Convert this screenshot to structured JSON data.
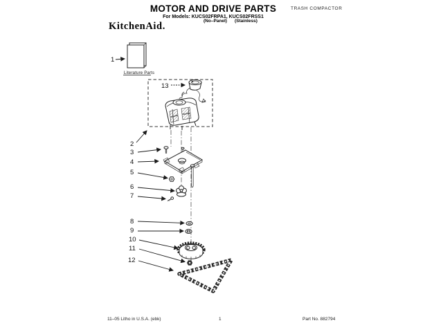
{
  "header": {
    "title": "MOTOR AND DRIVE PARTS",
    "models_line": "For Models: KUCS02FRPA1, KUCS02FRSS1",
    "panel_left": "(No–Panel)",
    "panel_right": "(Stainless)",
    "category": "TRASH COMPACTOR",
    "brand": "KitchenAid."
  },
  "diagram": {
    "literature_label": "Literature Parts",
    "callouts": [
      {
        "num": "1"
      },
      {
        "num": "2"
      },
      {
        "num": "3"
      },
      {
        "num": "4"
      },
      {
        "num": "5"
      },
      {
        "num": "6"
      },
      {
        "num": "7"
      },
      {
        "num": "8"
      },
      {
        "num": "9"
      },
      {
        "num": "10"
      },
      {
        "num": "11"
      },
      {
        "num": "12"
      },
      {
        "num": "13"
      }
    ]
  },
  "footer": {
    "litho": "11–05 Litho in U.S.A. (ebk)",
    "page_number": "1",
    "part_number": "Part No. 882794"
  },
  "colors": {
    "ink": "#222222",
    "paper": "#ffffff"
  }
}
